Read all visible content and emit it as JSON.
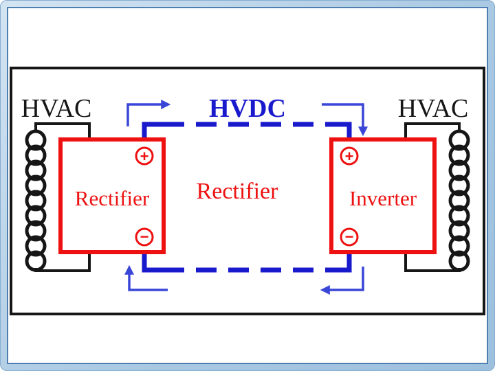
{
  "colors": {
    "frame": "#aac9e3",
    "frameline": "#4e7fb0",
    "paper": "#ffffff",
    "ink": "#161616",
    "red": "#ee1111",
    "blue": "#1a1acd",
    "arrow": "#3a46d8"
  },
  "labels": {
    "hvac_left": "HVAC",
    "hvdc": "HVDC",
    "hvac_right": "HVAC",
    "center_converter": "Rectifier",
    "left_converter": "Rectifier",
    "right_converter": "Inverter"
  },
  "icons": {
    "plus_terminal": "+",
    "minus_terminal": "−"
  }
}
